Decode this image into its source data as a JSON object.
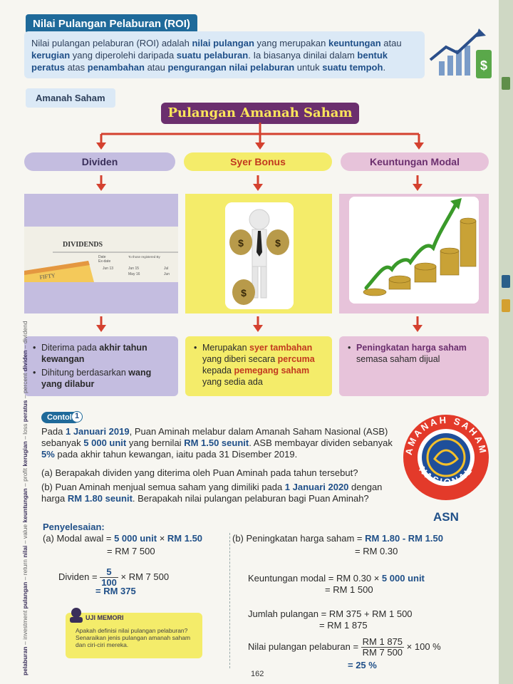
{
  "roi": {
    "title": "Nilai Pulangan Pelaburan (ROI)",
    "definition_parts": [
      {
        "t": "Nilai pulangan pelaburan (ROI) adalah ",
        "b": false
      },
      {
        "t": "nilai pulangan",
        "b": true
      },
      {
        "t": " yang merupakan ",
        "b": false
      },
      {
        "t": "keuntungan",
        "b": true
      },
      {
        "t": " atau ",
        "b": false
      },
      {
        "t": "kerugian",
        "b": true
      },
      {
        "t": " yang diperolehi daripada ",
        "b": false
      },
      {
        "t": "suatu pelaburan",
        "b": true
      },
      {
        "t": ". Ia biasanya dinilai dalam ",
        "b": false
      },
      {
        "t": "bentuk peratus",
        "b": true
      },
      {
        "t": " atas ",
        "b": false
      },
      {
        "t": "penambahan",
        "b": true
      },
      {
        "t": " atau ",
        "b": false
      },
      {
        "t": "pengurangan nilai pelaburan",
        "b": true
      },
      {
        "t": " untuk ",
        "b": false
      },
      {
        "t": "suatu tempoh",
        "b": true
      },
      {
        "t": ".",
        "b": false
      }
    ],
    "icon": "growth-chart-dollar-icon"
  },
  "amanah_tag": "Amanah Saham",
  "diagram": {
    "title": "Pulangan Amanah Saham",
    "columns": [
      {
        "label": "Dividen",
        "image_text": [
          "DIVIDENDS",
          "Date",
          "Ex-date",
          "To those registered By",
          "Jun 13",
          "Jun 15",
          "May 16",
          "Jul",
          "Jun",
          "FIFTY"
        ],
        "points": [
          {
            "parts": [
              {
                "t": "Diterima pada ",
                "b": false
              },
              {
                "t": "akhir tahun kewangan",
                "b": true
              }
            ]
          },
          {
            "parts": [
              {
                "t": "Dihitung berdasarkan ",
                "b": false
              },
              {
                "t": "wang yang dilabur",
                "b": true
              }
            ]
          }
        ]
      },
      {
        "label": "Syer Bonus",
        "image_text": [
          "$",
          "$",
          "$"
        ],
        "points": [
          {
            "parts": [
              {
                "t": "Merupakan ",
                "b": false
              },
              {
                "t": "syer tambahan",
                "b": true
              },
              {
                "t": " yang diberi secara ",
                "b": false
              },
              {
                "t": "percuma",
                "b": true
              },
              {
                "t": " kepada ",
                "b": false
              },
              {
                "t": "pemegang saham",
                "b": true
              },
              {
                "t": " yang sedia ada",
                "b": false
              }
            ]
          }
        ]
      },
      {
        "label": "Keuntungan Modal",
        "image_text": [],
        "points": [
          {
            "parts": [
              {
                "t": "Peningkatan harga saham",
                "b": true
              },
              {
                "t": " semasa saham dijual",
                "b": false
              }
            ]
          }
        ]
      }
    ]
  },
  "example": {
    "tag": "Contoh",
    "number": "1",
    "text_parts": [
      {
        "t": "Pada ",
        "b": false
      },
      {
        "t": "1 Januari 2019",
        "b": true
      },
      {
        "t": ", Puan Aminah melabur dalam Amanah Saham Nasional (ASB) sebanyak ",
        "b": false
      },
      {
        "t": "5 000 unit",
        "b": true
      },
      {
        "t": " yang bernilai ",
        "b": false
      },
      {
        "t": "RM 1.50 seunit",
        "b": true
      },
      {
        "t": ". ASB membayar dividen sebanyak ",
        "b": false
      },
      {
        "t": "5%",
        "b": true
      },
      {
        "t": " pada akhir tahun kewangan, iaitu pada 31 Disember 2019.",
        "b": false
      }
    ],
    "question_a": "(a) Berapakah dividen yang diterima oleh Puan Aminah pada tahun tersebut?",
    "question_b_parts": [
      {
        "t": "(b) Puan Aminah menjual semua saham yang dimiliki pada ",
        "b": false
      },
      {
        "t": "1 Januari 2020",
        "b": true
      },
      {
        "t": " dengan harga ",
        "b": false
      },
      {
        "t": "RM 1.80 seunit",
        "b": true
      },
      {
        "t": ". Berapakah nilai pulangan pelaburan bagi Puan Aminah?",
        "b": false
      }
    ],
    "asn_logo_text": [
      "AMANAH SAHAM",
      "NASIONAL"
    ],
    "asn_label": "ASN"
  },
  "solution": {
    "heading": "Penyelesaian:",
    "a_line1_label": "(a) Modal awal",
    "a_line1_val1": "5 000 unit",
    "a_line1_op": "×",
    "a_line1_val2": "RM 1.50",
    "a_line2": "= RM 7 500",
    "dividen_label": "Dividen",
    "dividen_num": "5",
    "dividen_den": "100",
    "dividen_rest": "× RM 7 500",
    "dividen_result": "= RM 375",
    "b_line1_label": "(b) Peningkatan harga saham =",
    "b_line1_val": "RM 1.80 - RM 1.50",
    "b_line2": "= RM 0.30",
    "km_label": "Keuntungan modal = RM 0.30 ×",
    "km_val": "5 000 unit",
    "km_result": "= RM 1 500",
    "jp_line1": "Jumlah pulangan = RM 375 + RM 1 500",
    "jp_line2": "= RM 1 875",
    "np_label": "Nilai pulangan pelaburan =",
    "np_num": "RM 1 875",
    "np_den": "RM 7 500",
    "np_rest": "× 100 %",
    "np_result": "= 25 %"
  },
  "uji_minda": {
    "title": "UJI MEMORI",
    "text": "Apakah definisi nilai pulangan pelaburan? Senaraikan jenis pulangan amanah saham dan ciri-ciri mereka."
  },
  "page_number": "162",
  "vertical_glossary": [
    {
      "t": "pelaburan",
      "b": true
    },
    {
      "t": " – investment  ",
      "b": false
    },
    {
      "t": "pulangan",
      "b": true
    },
    {
      "t": " – return  ",
      "b": false
    },
    {
      "t": "nilai",
      "b": true
    },
    {
      "t": " – value  ",
      "b": false
    },
    {
      "t": "keuntungan",
      "b": true
    },
    {
      "t": " – profit  ",
      "b": false
    },
    {
      "t": "kerugian",
      "b": true
    },
    {
      "t": " – loss  ",
      "b": false
    },
    {
      "t": "peratus",
      "b": true
    },
    {
      "t": " – percent  ",
      "b": false
    },
    {
      "t": "dividen",
      "b": true
    },
    {
      "t": " – dividend",
      "b": false
    }
  ],
  "colors": {
    "accent_blue": "#1f6a9a",
    "title_purple": "#6b2f6e",
    "title_yellow": "#fbe55a",
    "arrow_red": "#d4412f",
    "dividen_bg": "#c4bde0",
    "syer_bg": "#f4ec6a",
    "keuntungan_bg": "#e7c3da"
  }
}
